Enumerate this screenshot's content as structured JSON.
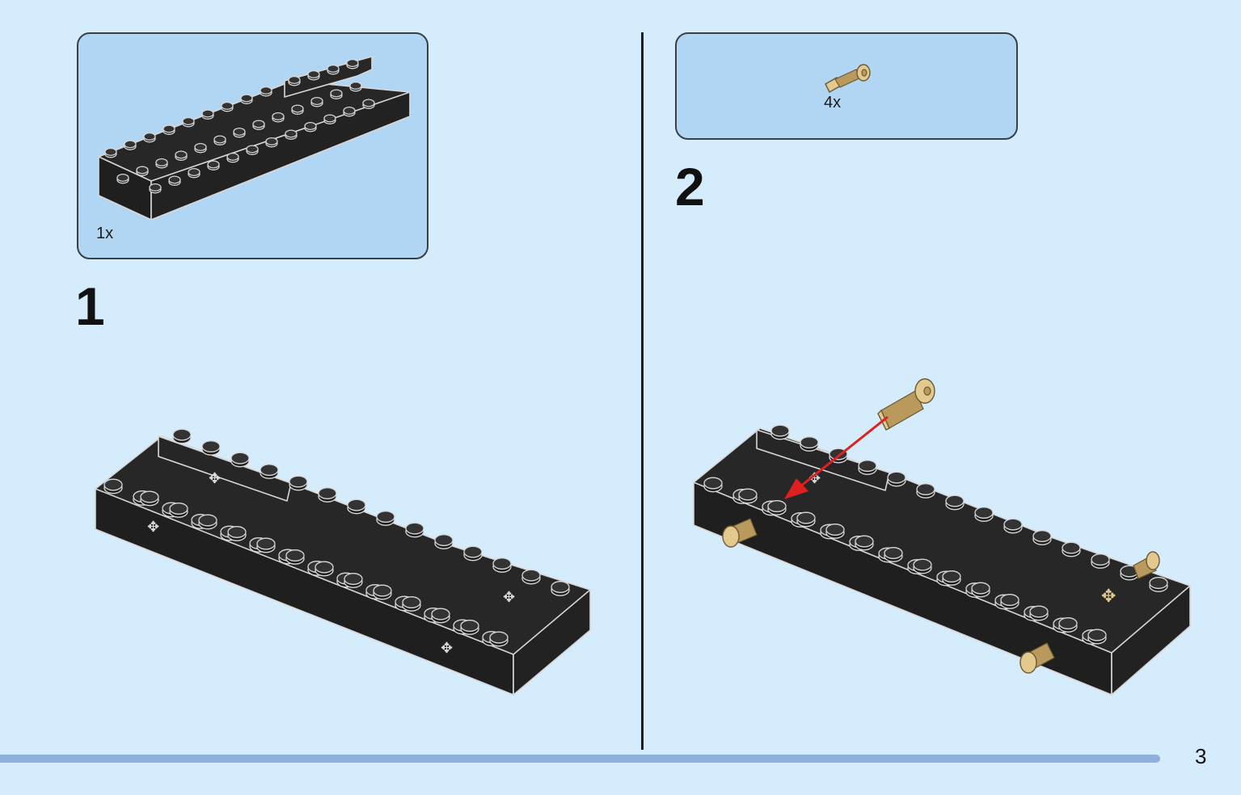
{
  "steps": [
    {
      "number": "1",
      "parts_quantity": "1x",
      "part": "black-technic-brick-plate"
    },
    {
      "number": "2",
      "parts_quantity": "4x",
      "part": "tan-technic-pin"
    }
  ],
  "page_number": "3",
  "colors": {
    "page_background": "#d4ecfc",
    "callout_background": "#b0d6f4",
    "brick": "#272727",
    "pin": "#e3c98e",
    "arrow": "#e02020",
    "progress_bar": "#8fb0dc"
  }
}
